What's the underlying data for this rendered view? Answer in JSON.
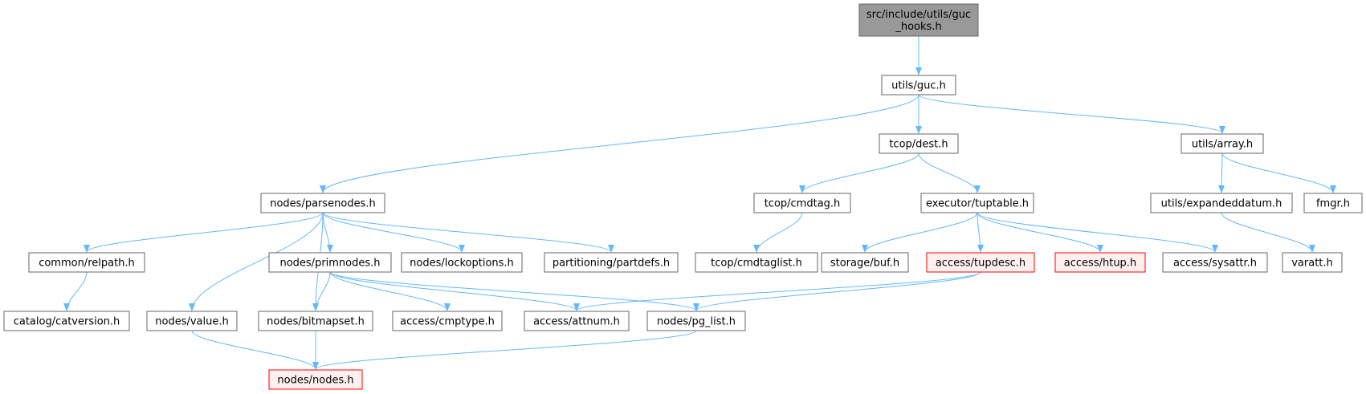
{
  "nodes": {
    "guc_hooks": {
      "lines": [
        "src/include/utils/guc",
        "_hooks.h"
      ],
      "style": "root"
    },
    "guc": {
      "lines": [
        "utils/guc.h"
      ],
      "style": "normal"
    },
    "dest": {
      "lines": [
        "tcop/dest.h"
      ],
      "style": "normal"
    },
    "array": {
      "lines": [
        "utils/array.h"
      ],
      "style": "normal"
    },
    "parsenodes": {
      "lines": [
        "nodes/parsenodes.h"
      ],
      "style": "normal"
    },
    "cmdtag": {
      "lines": [
        "tcop/cmdtag.h"
      ],
      "style": "normal"
    },
    "tuptable": {
      "lines": [
        "executor/tuptable.h"
      ],
      "style": "normal"
    },
    "expandeddatum": {
      "lines": [
        "utils/expandeddatum.h"
      ],
      "style": "normal"
    },
    "fmgr": {
      "lines": [
        "fmgr.h"
      ],
      "style": "normal"
    },
    "relpath": {
      "lines": [
        "common/relpath.h"
      ],
      "style": "normal"
    },
    "primnodes": {
      "lines": [
        "nodes/primnodes.h"
      ],
      "style": "normal"
    },
    "lockoptions": {
      "lines": [
        "nodes/lockoptions.h"
      ],
      "style": "normal"
    },
    "partdefs": {
      "lines": [
        "partitioning/partdefs.h"
      ],
      "style": "normal"
    },
    "cmdtaglist": {
      "lines": [
        "tcop/cmdtaglist.h"
      ],
      "style": "normal"
    },
    "buf": {
      "lines": [
        "storage/buf.h"
      ],
      "style": "normal"
    },
    "tupdesc": {
      "lines": [
        "access/tupdesc.h"
      ],
      "style": "red"
    },
    "htup": {
      "lines": [
        "access/htup.h"
      ],
      "style": "red"
    },
    "sysattr": {
      "lines": [
        "access/sysattr.h"
      ],
      "style": "normal"
    },
    "varatt": {
      "lines": [
        "varatt.h"
      ],
      "style": "normal"
    },
    "catversion": {
      "lines": [
        "catalog/catversion.h"
      ],
      "style": "normal"
    },
    "value": {
      "lines": [
        "nodes/value.h"
      ],
      "style": "normal"
    },
    "bitmapset": {
      "lines": [
        "nodes/bitmapset.h"
      ],
      "style": "normal"
    },
    "cmptype": {
      "lines": [
        "access/cmptype.h"
      ],
      "style": "normal"
    },
    "attnum": {
      "lines": [
        "access/attnum.h"
      ],
      "style": "normal"
    },
    "pg_list": {
      "lines": [
        "nodes/pg_list.h"
      ],
      "style": "normal"
    },
    "nodes": {
      "lines": [
        "nodes/nodes.h"
      ],
      "style": "red"
    }
  },
  "edges": [
    [
      "guc_hooks",
      "guc"
    ],
    [
      "guc",
      "parsenodes"
    ],
    [
      "guc",
      "dest"
    ],
    [
      "guc",
      "array"
    ],
    [
      "dest",
      "cmdtag"
    ],
    [
      "dest",
      "tuptable"
    ],
    [
      "array",
      "expandeddatum"
    ],
    [
      "array",
      "fmgr"
    ],
    [
      "parsenodes",
      "relpath"
    ],
    [
      "parsenodes",
      "value"
    ],
    [
      "parsenodes",
      "bitmapset"
    ],
    [
      "parsenodes",
      "primnodes"
    ],
    [
      "parsenodes",
      "lockoptions"
    ],
    [
      "parsenodes",
      "partdefs"
    ],
    [
      "cmdtag",
      "cmdtaglist"
    ],
    [
      "tuptable",
      "buf"
    ],
    [
      "tuptable",
      "tupdesc"
    ],
    [
      "tuptable",
      "htup"
    ],
    [
      "tuptable",
      "sysattr"
    ],
    [
      "expandeddatum",
      "varatt"
    ],
    [
      "relpath",
      "catversion"
    ],
    [
      "primnodes",
      "bitmapset"
    ],
    [
      "primnodes",
      "cmptype"
    ],
    [
      "primnodes",
      "attnum"
    ],
    [
      "primnodes",
      "pg_list"
    ],
    [
      "tupdesc",
      "attnum"
    ],
    [
      "tupdesc",
      "pg_list"
    ],
    [
      "value",
      "nodes"
    ],
    [
      "bitmapset",
      "nodes"
    ],
    [
      "pg_list",
      "nodes"
    ]
  ],
  "colors": {
    "edge": "#63b8ff",
    "root_fill": "#999999",
    "red_border": "#ff0000",
    "red_fill": "#fff0f0",
    "box_border": "#666666"
  }
}
